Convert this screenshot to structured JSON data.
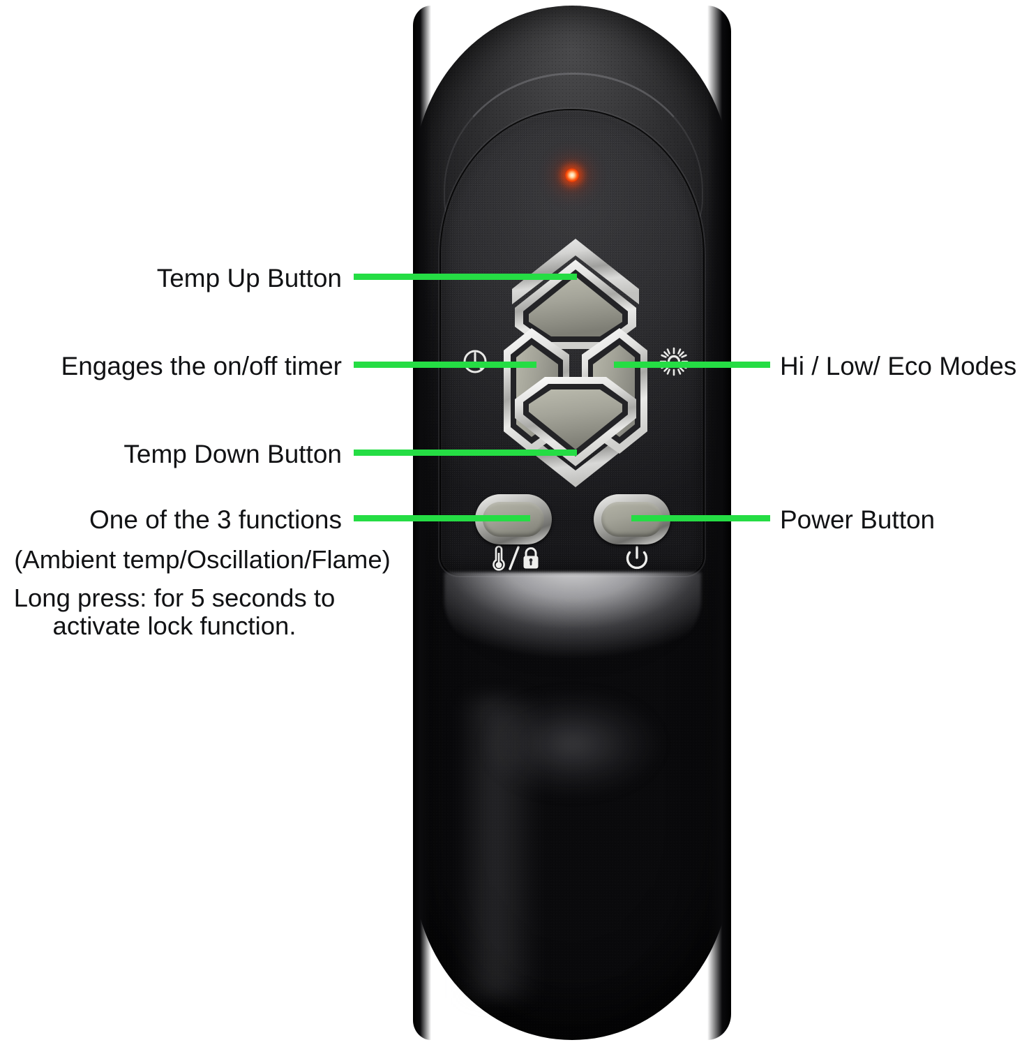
{
  "image": {
    "subject": "Infrared remote control for a space heater / electric fireplace",
    "background_color": "#ffffff"
  },
  "device": {
    "name": "heater-remote",
    "body_color": "#2a2a2e",
    "faceplate_color": "#303033",
    "button_face_color": "#9b9b90",
    "chrome_color": "#e8e8e6"
  },
  "indicator": {
    "name": "status-led",
    "color": "#ff4a10",
    "state": "on"
  },
  "dpad": {
    "up": {
      "label": "Temp Up"
    },
    "down": {
      "label": "Temp Down"
    },
    "left": {
      "label": "Timer"
    },
    "right": {
      "label": "Mode"
    }
  },
  "faceplate_icons": {
    "timer": "clock-icon",
    "mode": "sun-icon",
    "function_lock": "thermometer-slash-lock-icon",
    "power": "power-icon"
  },
  "buttons": {
    "function": {
      "name": "function-button",
      "icon": "thermometer-slash-lock-icon"
    },
    "power": {
      "name": "power-button",
      "icon": "power-icon"
    }
  },
  "annotations": {
    "accent_color": "#25dd44",
    "left": [
      {
        "id": "temp-up",
        "text": "Temp Up Button"
      },
      {
        "id": "timer",
        "text": "Engages the on/off timer"
      },
      {
        "id": "temp-down",
        "text": "Temp Down Button"
      },
      {
        "id": "function",
        "text": "One of the 3 functions"
      }
    ],
    "left_extra_lines": [
      "(Ambient temp/Oscillation/Flame)",
      "Long press: for 5 seconds to",
      "activate lock function."
    ],
    "right": [
      {
        "id": "modes",
        "text": "Hi / Low/ Eco Modes"
      },
      {
        "id": "power",
        "text": "Power Button"
      }
    ]
  }
}
